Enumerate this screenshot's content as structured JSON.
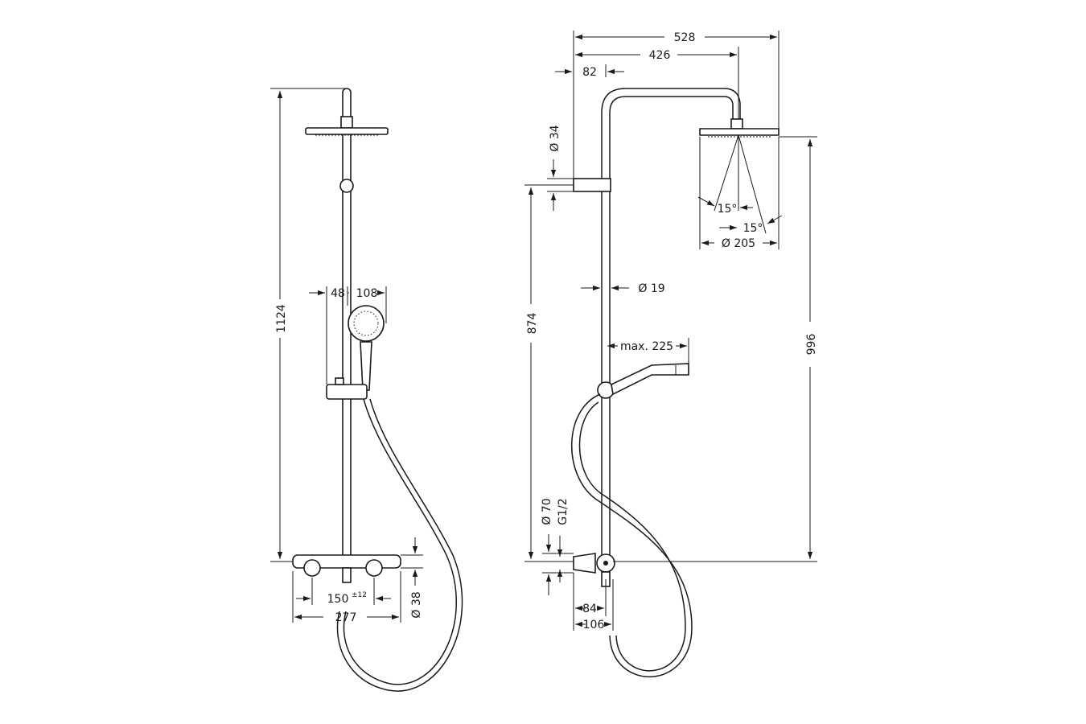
{
  "front_view": {
    "height_total": "1124",
    "handshower_offset": "48",
    "handshower_diameter": "108",
    "mixer_centers": "150",
    "mixer_centers_tolerance": "±12",
    "mixer_width": "277",
    "mixer_diameter": "Ø 38"
  },
  "side_view": {
    "total_projection": "528",
    "overhead_arm": "426",
    "wall_offset": "82",
    "bracket_diameter": "Ø 34",
    "angle_left": "15°",
    "angle_right": "15°",
    "head_diameter": "Ø 205",
    "rail_diameter": "Ø 19",
    "handshower_reach": "max. 225",
    "height_lower": "874",
    "height_head": "996",
    "inlet_diameter": "Ø 70",
    "thread": "G1/2",
    "depth_84": "84",
    "depth_106": "106"
  },
  "colors": {
    "line": "#1a1a1a",
    "background": "#ffffff"
  }
}
